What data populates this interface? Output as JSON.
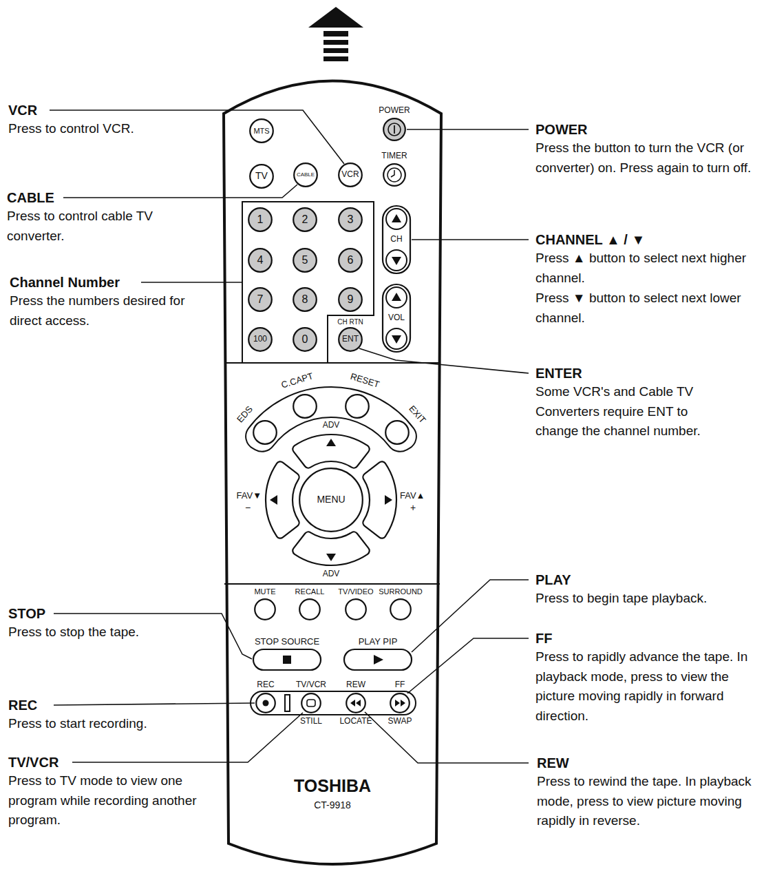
{
  "diagram": {
    "nodes": [
      {
        "text": [
          "TOSHIBA",
          "CT-9918"
        ]
      },
      {
        "text": [
          "MTS"
        ],
        "in": 0
      },
      {
        "text": [
          "POWER"
        ],
        "in": 0
      },
      {
        "text": [
          "TV"
        ],
        "in": 0
      },
      {
        "text": [
          "CABLE"
        ],
        "in": 0
      },
      {
        "text": [
          "VCR"
        ],
        "in": 0
      },
      {
        "text": [
          "TIMER"
        ],
        "in": 0
      },
      {
        "text": [
          "1"
        ],
        "in": 0
      },
      {
        "text": [
          "2"
        ],
        "in": 0
      },
      {
        "text": [
          "3"
        ],
        "in": 0
      },
      {
        "text": [
          "CH"
        ],
        "in": 0
      },
      {
        "text": [
          "4"
        ],
        "in": 0
      },
      {
        "text": [
          "5"
        ],
        "in": 0
      },
      {
        "text": [
          "6"
        ],
        "in": 0
      },
      {
        "text": [
          "7"
        ],
        "in": 0
      },
      {
        "text": [
          "8"
        ],
        "in": 0
      },
      {
        "text": [
          "9"
        ],
        "in": 0
      },
      {
        "text": [
          "VOL"
        ],
        "in": 0
      },
      {
        "text": [
          "100"
        ],
        "in": 0
      },
      {
        "text": [
          "0"
        ],
        "in": 0
      },
      {
        "text": [
          "CH RTN",
          "ENT"
        ],
        "in": 0
      },
      {
        "text": [
          "EDS"
        ],
        "in": 0
      },
      {
        "text": [
          "C.CAPT"
        ],
        "in": 0
      },
      {
        "text": [
          "RESET"
        ],
        "in": 0
      },
      {
        "text": [
          "EXIT"
        ],
        "in": 0
      },
      {
        "text": [
          "MENU"
        ],
        "in": 0
      },
      {
        "text": [
          "MUTE"
        ],
        "in": 0
      },
      {
        "text": [
          "RECALL"
        ],
        "in": 0
      },
      {
        "text": [
          "TV/VIDEO"
        ],
        "in": 0
      },
      {
        "text": [
          "SURROUND"
        ],
        "in": 0
      },
      {
        "text": [
          "STOP SOURCE"
        ],
        "in": 0
      },
      {
        "text": [
          "PLAY PIP"
        ],
        "in": 0
      },
      {
        "text": [
          "REC"
        ],
        "in": 0
      },
      {
        "text": [
          "TV/VCR",
          "STILL"
        ],
        "in": 0
      },
      {
        "text": [
          "REW",
          "LOCATE"
        ],
        "in": 0
      },
      {
        "text": [
          "FF",
          "SWAP"
        ],
        "in": 0
      }
    ],
    "labels": [
      "VCR",
      "Press to control VCR.",
      "CABLE",
      "Press to control cable TV converter.",
      "Channel Number",
      "Press the numbers desired for direct access.",
      "POWER",
      "Press the button to turn the VCR (or converter) on. Press again to turn off.",
      "CHANNEL ▲ / ▼",
      "Press ▲ button to select next higher channel.",
      "Press ▼ button to select next lower channel.",
      "ENTER",
      "Some VCR's and Cable TV Converters require ENT to change the channel number.",
      "PLAY",
      "Press to begin tape playback.",
      "FF",
      "Press to rapidly advance the tape. In playback mode, press to view the picture moving rapidly in forward direction.",
      "STOP",
      "Press to stop the tape.",
      "REC",
      "Press to start recording.",
      "TV/VCR",
      "Press to TV mode to view one program while recording another program.",
      "REW",
      "Press to rewind the tape. In playback mode, press to view picture moving rapidly in reverse.",
      "ADV",
      "ADV",
      "FAV▼",
      "−",
      "FAV▲",
      "+"
    ]
  }
}
